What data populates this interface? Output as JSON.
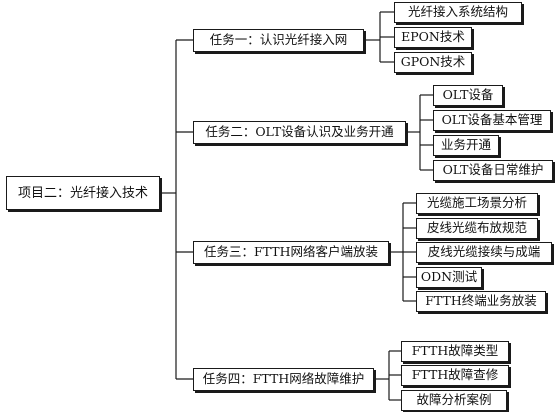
{
  "root": {
    "label": "项目二：光纤接入技术"
  },
  "tasks": [
    {
      "label": "任务一：认识光纤接入网",
      "children": [
        "光纤接入系统结构",
        "EPON技术",
        "GPON技术"
      ]
    },
    {
      "label": "任务二：OLT设备认识及业务开通",
      "children": [
        "OLT设备",
        "OLT设备基本管理",
        "业务开通",
        "OLT设备日常维护"
      ]
    },
    {
      "label": "任务三：FTTH网络客户端放装",
      "children": [
        "光缆施工场景分析",
        "皮线光缆布放规范",
        "皮线光缆接续与成端",
        "ODN测试",
        "FTTH终端业务放装"
      ]
    },
    {
      "label": "任务四：FTTH网络故障维护",
      "children": [
        "FTTH故障类型",
        "FTTH故障查修",
        "故障分析案例"
      ]
    }
  ]
}
